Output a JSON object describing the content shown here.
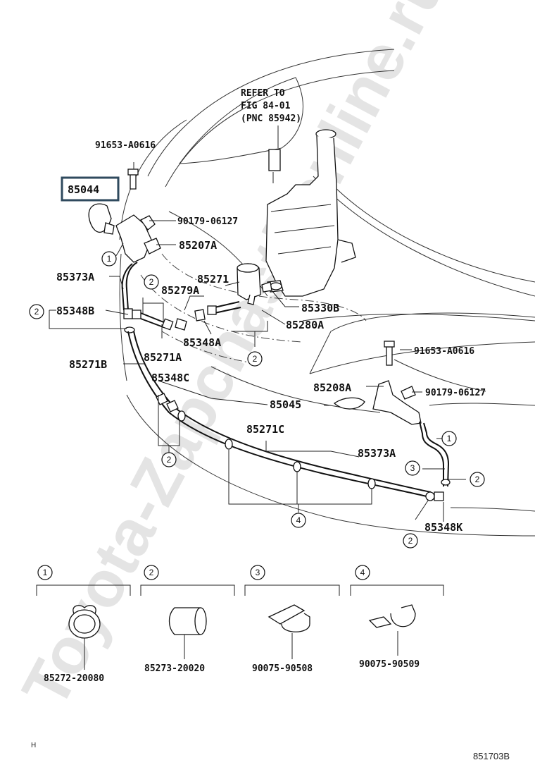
{
  "labels": {
    "refer_l1": "REFER TO",
    "refer_l2": "FIG 84-01",
    "refer_l3": "(PNC 85942)",
    "p91653_top": "91653-A0616",
    "p85044": "85044",
    "p90179_top": "90179-06127",
    "p85207A": "85207A",
    "p85373A_left": "85373A",
    "p85271": "85271",
    "p85279A": "85279A",
    "p85348B": "85348B",
    "p85330B": "85330B",
    "p85280A": "85280A",
    "p85348A": "85348A",
    "p85271A": "85271A",
    "p85271B": "85271B",
    "p91653_right": "91653-A0616",
    "p85348C": "85348C",
    "p85208A": "85208A",
    "p90179_right": "90179-06127",
    "p85045": "85045",
    "p85271C": "85271C",
    "p85373A_right": "85373A",
    "p85348K": "85348K",
    "legend_1": "85272-20080",
    "legend_2": "85273-20020",
    "legend_3": "90075-90508",
    "legend_4": "90075-90509"
  },
  "callouts": {
    "c1": "1",
    "c2": "2",
    "c3": "3",
    "c4": "4"
  },
  "footer": {
    "left_mark": "H",
    "figure_code": "851703B"
  },
  "watermark": "Toyota-Zapchasti-online.ru",
  "colors": {
    "highlight_box": "#2f4a5e",
    "line": "#222222",
    "watermark": "#cfcfcf"
  }
}
